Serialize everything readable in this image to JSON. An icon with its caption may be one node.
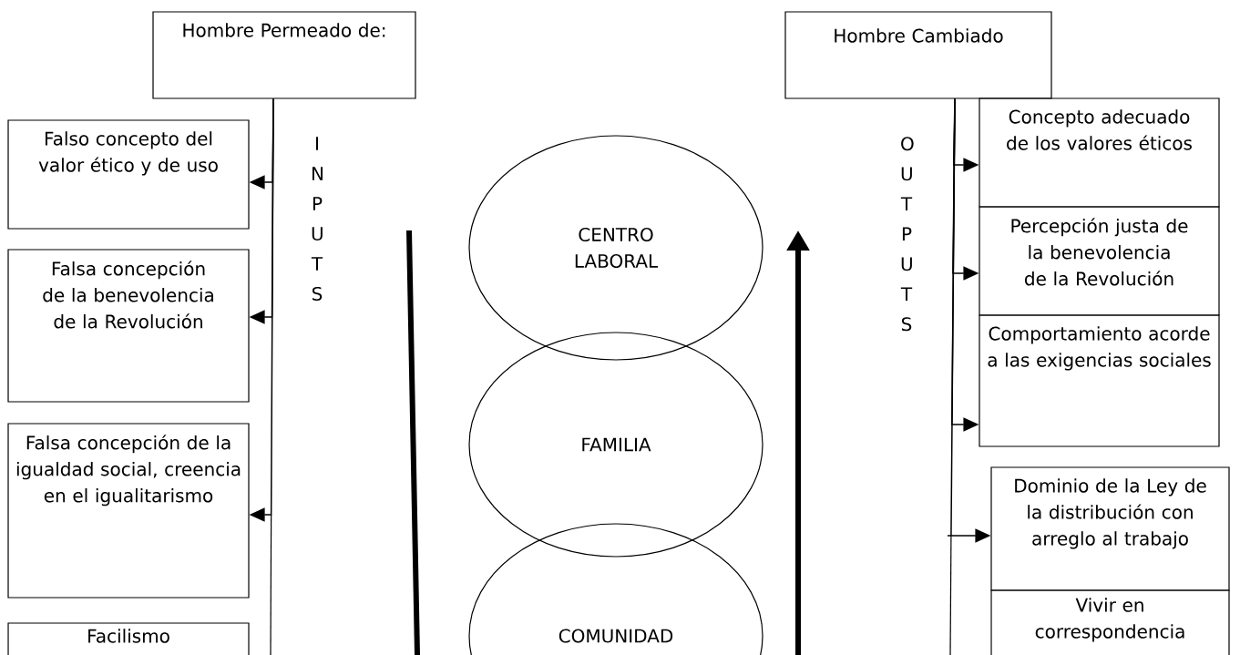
{
  "diagram": {
    "nodes": [
      {
        "text": [
          "Hombre Permeado de:"
        ]
      },
      {
        "text": [
          "Falso concepto del valor ético y de uso"
        ]
      },
      {
        "text": [
          "Falsa concepción de la benevolencia de la Revolución"
        ]
      },
      {
        "text": [
          "Falsa concepción de la igualdad social, creencia en el igualitarismo"
        ]
      },
      {
        "text": [
          "Facilismo"
        ]
      },
      {
        "text": [
          "Hombre Cambiado"
        ]
      },
      {
        "text": [
          "Concepto adecuado de los valores éticos"
        ]
      },
      {
        "text": [
          "Percepción justa de la benevolencia de la Revolución"
        ]
      },
      {
        "text": [
          "Comportamiento acorde a las exigencias sociales"
        ]
      },
      {
        "text": [
          "Dominio de la Ley de la distribución con arreglo al trabajo"
        ]
      },
      {
        "text": [
          "Vivir en correspondencia"
        ]
      },
      {
        "text": [
          "CENTRO LABORAL"
        ]
      },
      {
        "text": [
          "FAMILIA"
        ]
      },
      {
        "text": [
          "COMUNIDAD"
        ]
      }
    ],
    "edges": [
      {
        "from": 0,
        "to": 1,
        "arrow": "to"
      },
      {
        "from": 0,
        "to": 2,
        "arrow": "to"
      },
      {
        "from": 0,
        "to": 3,
        "arrow": "to"
      },
      {
        "from": 5,
        "to": 6,
        "arrow": "to"
      },
      {
        "from": 5,
        "to": 7,
        "arrow": "to"
      },
      {
        "from": 5,
        "to": 8,
        "arrow": "to"
      },
      {
        "from": 5,
        "to": 9,
        "arrow": "to"
      }
    ],
    "labels": [
      "I N P U T S",
      "O U T P U T S"
    ]
  }
}
